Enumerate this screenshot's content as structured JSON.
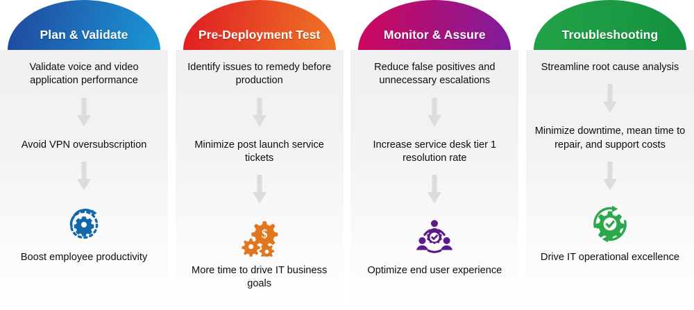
{
  "graphic": {
    "type": "four-column-benefits-flow",
    "arrow_color": "#dcdcdc",
    "panel_bg_top": "#f0f0f0",
    "panel_bg_bottom": "#ffffff"
  },
  "columns": [
    {
      "id": "plan-validate",
      "title": "Plan & Validate",
      "dome_gradient_from": "#20489e",
      "dome_gradient_to": "#1b9ad8",
      "step1": "Validate voice and video application performance",
      "step2": "Avoid VPN oversubscription",
      "icon": "gear-refresh-icon",
      "icon_color": "#1268ab",
      "outcome": "Boost employee productivity"
    },
    {
      "id": "pre-deployment-test",
      "title": "Pre-Deployment Test",
      "dome_gradient_from": "#e01b22",
      "dome_gradient_to": "#ef7c26",
      "step1": "Identify issues to remedy before production",
      "step2": "Minimize post launch service tickets",
      "icon": "gears-dollar-icon",
      "icon_color": "#e2761f",
      "outcome": "More time to drive IT business goals"
    },
    {
      "id": "monitor-assure",
      "title": "Monitor & Assure",
      "dome_gradient_from": "#d0075b",
      "dome_gradient_to": "#7a1ea1",
      "step1": "Reduce false positives and unnecessary escalations",
      "step2": "Increase service desk tier 1 resolution rate",
      "icon": "team-check-icon",
      "icon_color": "#5b1a8c",
      "outcome": "Optimize end user experience"
    },
    {
      "id": "troubleshooting",
      "title": "Troubleshooting",
      "dome_gradient_from": "#23a349",
      "dome_gradient_to": "#138f3d",
      "step1": "Streamline root cause analysis",
      "step2": "Minimize downtime, mean time to repair, and support costs",
      "icon": "gear-check-refresh-icon",
      "icon_color": "#2ba84a",
      "outcome": "Drive IT operational excellence"
    }
  ]
}
